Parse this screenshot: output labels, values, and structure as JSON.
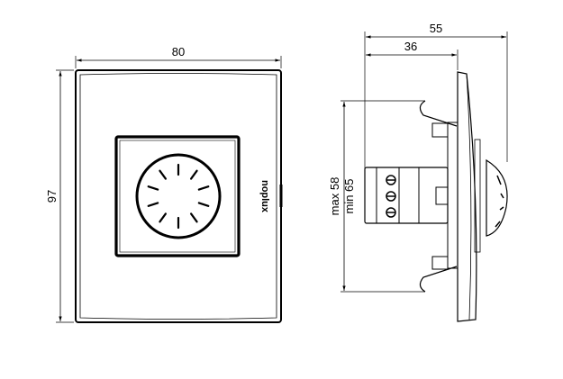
{
  "front_view": {
    "dim_width": "80",
    "dim_height": "97",
    "logo": "noplux",
    "knob_ticks": 10
  },
  "side_view": {
    "dim_total_depth": "55",
    "dim_mount_depth": "36",
    "dim_box_max": "max 58",
    "dim_box_min": "min 65"
  },
  "colors": {
    "line": "#000000",
    "background": "#ffffff"
  }
}
